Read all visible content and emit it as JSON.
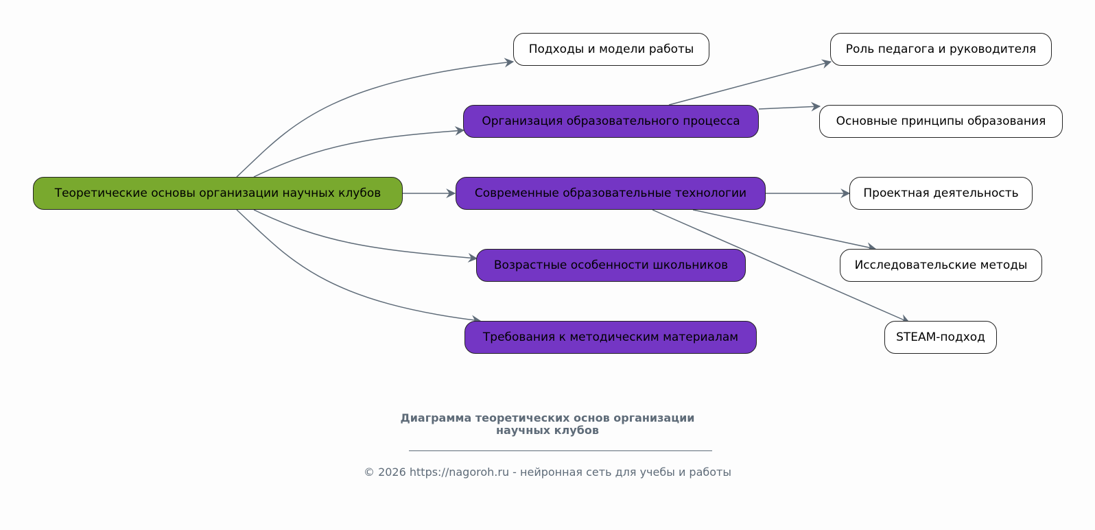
{
  "diagram": {
    "nodes": {
      "root": "Теоретические основы организации научных клубов",
      "approaches": "Подходы и модели работы",
      "organization": "Организация образовательного процесса",
      "technologies": "Современные образовательные технологии",
      "age": "Возрастные особенности школьников",
      "requirements": "Требования к методическим материалам",
      "role": "Роль педагога и руководителя",
      "principles": "Основные принципы образования",
      "project": "Проектная деятельность",
      "research": "Исследовательские методы",
      "steam": "STEAM-подход"
    },
    "edges": [
      {
        "from": "root",
        "to": "approaches"
      },
      {
        "from": "root",
        "to": "organization"
      },
      {
        "from": "root",
        "to": "technologies"
      },
      {
        "from": "root",
        "to": "age"
      },
      {
        "from": "root",
        "to": "requirements"
      },
      {
        "from": "organization",
        "to": "role"
      },
      {
        "from": "organization",
        "to": "principles"
      },
      {
        "from": "technologies",
        "to": "project"
      },
      {
        "from": "technologies",
        "to": "research"
      },
      {
        "from": "technologies",
        "to": "steam"
      }
    ],
    "colors": {
      "root_fill": "#79a92e",
      "branch_fill": "#7436c4",
      "leaf_fill": "#ffffff",
      "edge": "#5e6b78",
      "caption": "#5e6b78"
    }
  },
  "caption": {
    "title_line1": "Диаграмма теоретических основ организации",
    "title_line2": "научных клубов",
    "footer": "© 2026 https://nagoroh.ru - нейронная сеть для учебы и работы"
  }
}
